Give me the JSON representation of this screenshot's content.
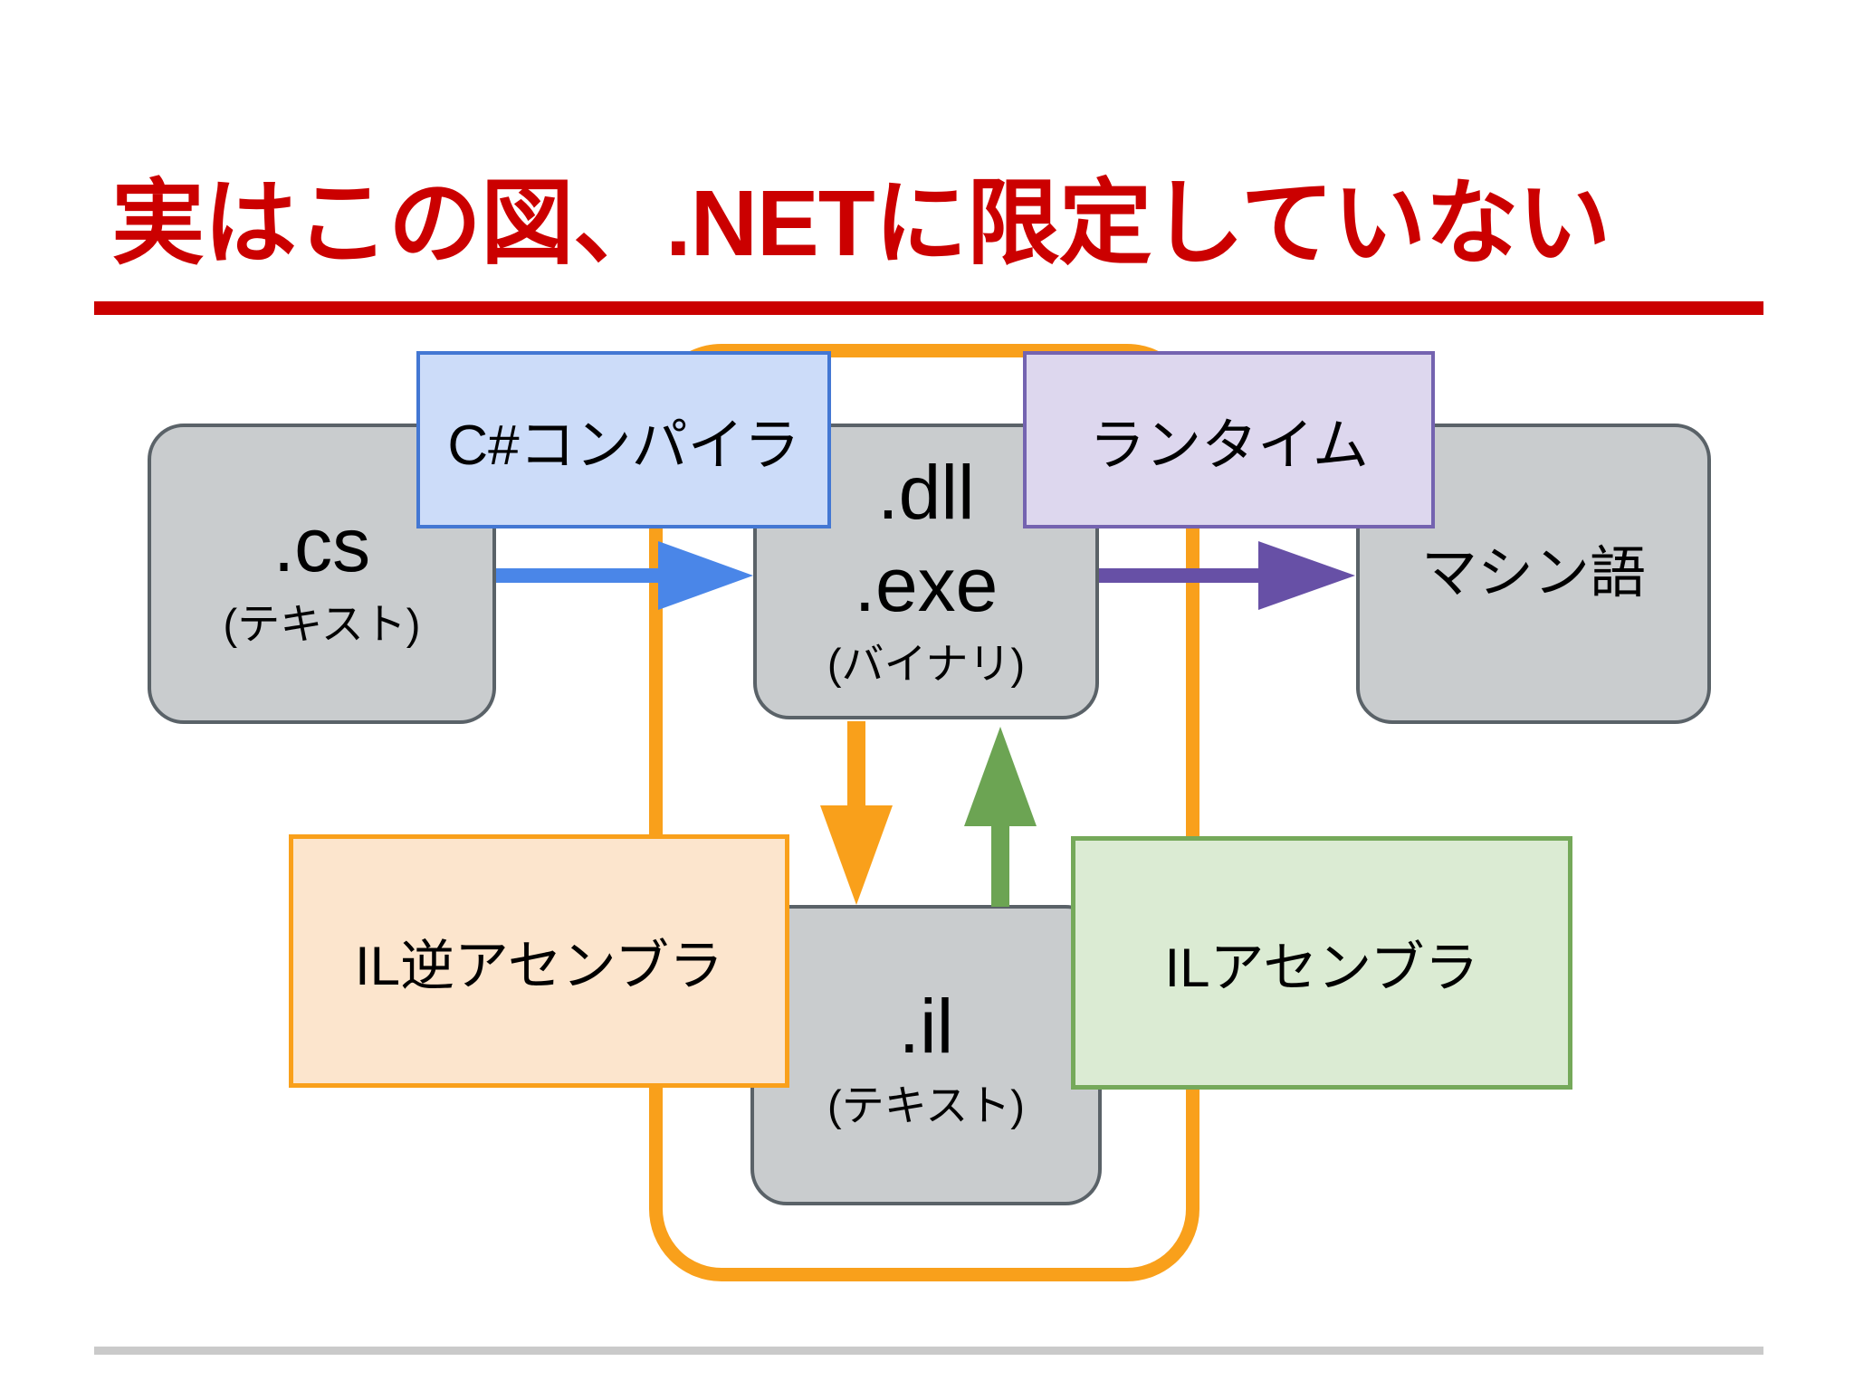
{
  "title": "実はこの図、.NETに限定していない",
  "nodes": {
    "cs": {
      "line1": ".cs",
      "line2": "(テキスト)"
    },
    "binary": {
      "line1": ".dll",
      "line2": ".exe",
      "line3": "(バイナリ)"
    },
    "machine": {
      "label": "マシン語"
    },
    "il": {
      "line1": ".il",
      "line2": "(テキスト)"
    }
  },
  "tools": {
    "compiler": {
      "label": "C#コンパイラ"
    },
    "runtime": {
      "label": "ランタイム"
    },
    "disassembler": {
      "label": "IL逆アセンブラ"
    },
    "assembler": {
      "label": "ILアセンブラ"
    }
  },
  "colors": {
    "title_red": "#CB0000",
    "divider_red": "#CB0000",
    "node_fill": "#C9CCCE",
    "node_border": "#5A6268",
    "compiler_fill": "#CCDCF9",
    "compiler_border": "#4377D3",
    "runtime_fill": "#DDD7EE",
    "runtime_border": "#7463B0",
    "disassembler_fill": "#FCE5CD",
    "disassembler_border": "#F9A01B",
    "assembler_fill": "#DBEBD3",
    "assembler_border": "#75A95A",
    "loop_orange": "#F9A01B",
    "arrow_blue": "#4A86E8",
    "arrow_purple": "#6750A6",
    "arrow_orange": "#F9A01B",
    "arrow_green": "#6CA453",
    "footer_gray": "#CACACA"
  }
}
